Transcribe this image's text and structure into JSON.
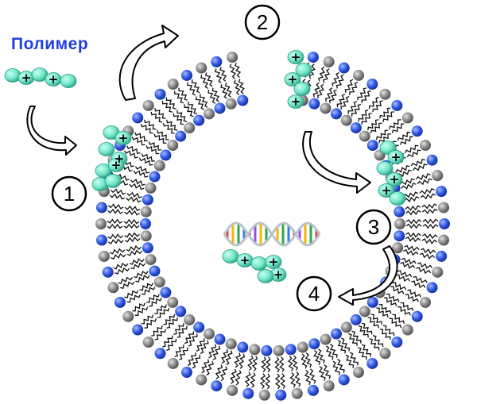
{
  "title": "Полимер",
  "steps": [
    {
      "number": "1"
    },
    {
      "number": "2"
    },
    {
      "number": "3"
    },
    {
      "number": "4"
    }
  ],
  "symbols": {
    "charge": "+"
  },
  "colors": {
    "title_text": "#1f3fe0",
    "polymer_bead": "#6fe6c9",
    "lipid_head_blue": "#2f58e6",
    "lipid_head_gray": "#8a8a8a",
    "tail": "#111111",
    "arrow_fill": "#ffffff",
    "arrow_stroke": "#000000"
  }
}
